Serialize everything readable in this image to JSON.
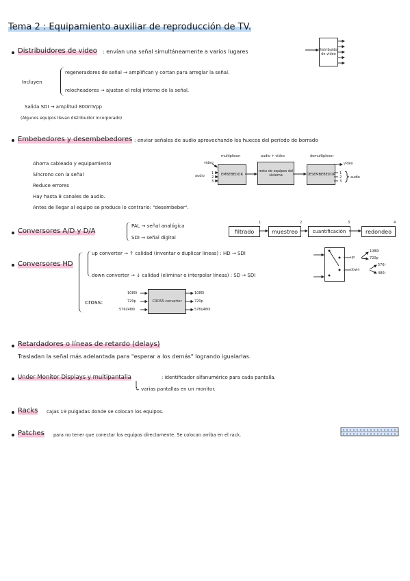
{
  "title": "Tema 2 : Equipamiento auxiliar de reproducción de TV.",
  "distribuidores": {
    "heading": "Distribuidores de video",
    "text": ": envían una señal simultáneamente a varios lugares",
    "incluyen_label": "Incluyen",
    "item1": "regeneradores de señal → amplifican y cortan para arreglar la señal.",
    "item2": "relocheadores → ajustan el reloj interno de la señal.",
    "salida": "Salida SDI → amplitud 800mVpp",
    "note": "(Algunos equipos llevan distribuidor incorporado)",
    "box_label": "Distribuidor de vídeo"
  },
  "embebedores": {
    "heading": "Embebedores y desembebedores",
    "text": ": enviar señales de audio aprovechando los huecos del período de borrado",
    "items": [
      "Ahorra cableado y equipamiento",
      "Síncrono con la señal",
      "Reduce errores",
      "Hay hasta 8 canales de audio.",
      "Antes de llegar al equipo se produce lo contrario: \"desembeber\"."
    ],
    "diagram": {
      "multiplexor": "multiplexor",
      "audio_video": "audio + vídeo",
      "demultiplexor": "demultiplexor",
      "video_in": "vídeo",
      "audio_in": "audio",
      "video_out": "vídeo",
      "audio_out": "audio",
      "embebedor": "EMBEBEDOR",
      "resto": "resto de equipos del sistema",
      "desembebedor": "DESEMBEBEDOR",
      "in_nums": [
        "1",
        "2",
        "3"
      ],
      "out_nums": [
        "1",
        "2",
        "3"
      ]
    }
  },
  "conversores_ad": {
    "heading": "Conversores A/D y D/A",
    "pal": "PAL → señal analógica",
    "sdi": "SDI → señal digital",
    "steps": [
      "filtrado",
      "muestreo",
      "cuantificación",
      "redondeo"
    ],
    "step_nums": [
      "1",
      "2",
      "3",
      "4"
    ]
  },
  "conversores_hd": {
    "heading": "Conversores HD",
    "up": "up converter → ↑ calidad (inventar o duplicar líneas) : HD → SDI",
    "down": "down converter → ↓ calidad (eliminar o interpolar líneas) : SD → SDI",
    "cross_label": "cross:",
    "cross_box": "CROSS converter",
    "cross_in": [
      "1080i",
      "720p",
      "576i/480i"
    ],
    "cross_out": [
      "1080i",
      "720p",
      "576i/480i"
    ],
    "switch_up": "up",
    "switch_down": "down",
    "up_outs": [
      "1080i",
      "720p"
    ],
    "down_outs": [
      "576i",
      "480i"
    ]
  },
  "retardadores": {
    "heading": "Retardadores o líneas de retardo (delays)",
    "text": "Trasladan la señal más adelantada para \"esperar a los demás\" logrando igualarlas."
  },
  "umd": {
    "heading": "Under Monitor Displays y multipantalla",
    "text": ": identificador alfanumérico para cada pantalla.",
    "sub": "↳ varias pantallas en un monitor."
  },
  "racks": {
    "heading": "Racks",
    "text": "cajas 19 pulgadas donde se colocan los equipos."
  },
  "patches": {
    "heading": "Patches",
    "text": "para no tener que conectar los equipos directamente. Se colocan arriba en el rack."
  },
  "colors": {
    "highlight_blue": "#bcd7f2",
    "highlight_pink": "#f6c3d8",
    "ink": "#1e1e1e",
    "box_grey": "#d9d9d9"
  }
}
